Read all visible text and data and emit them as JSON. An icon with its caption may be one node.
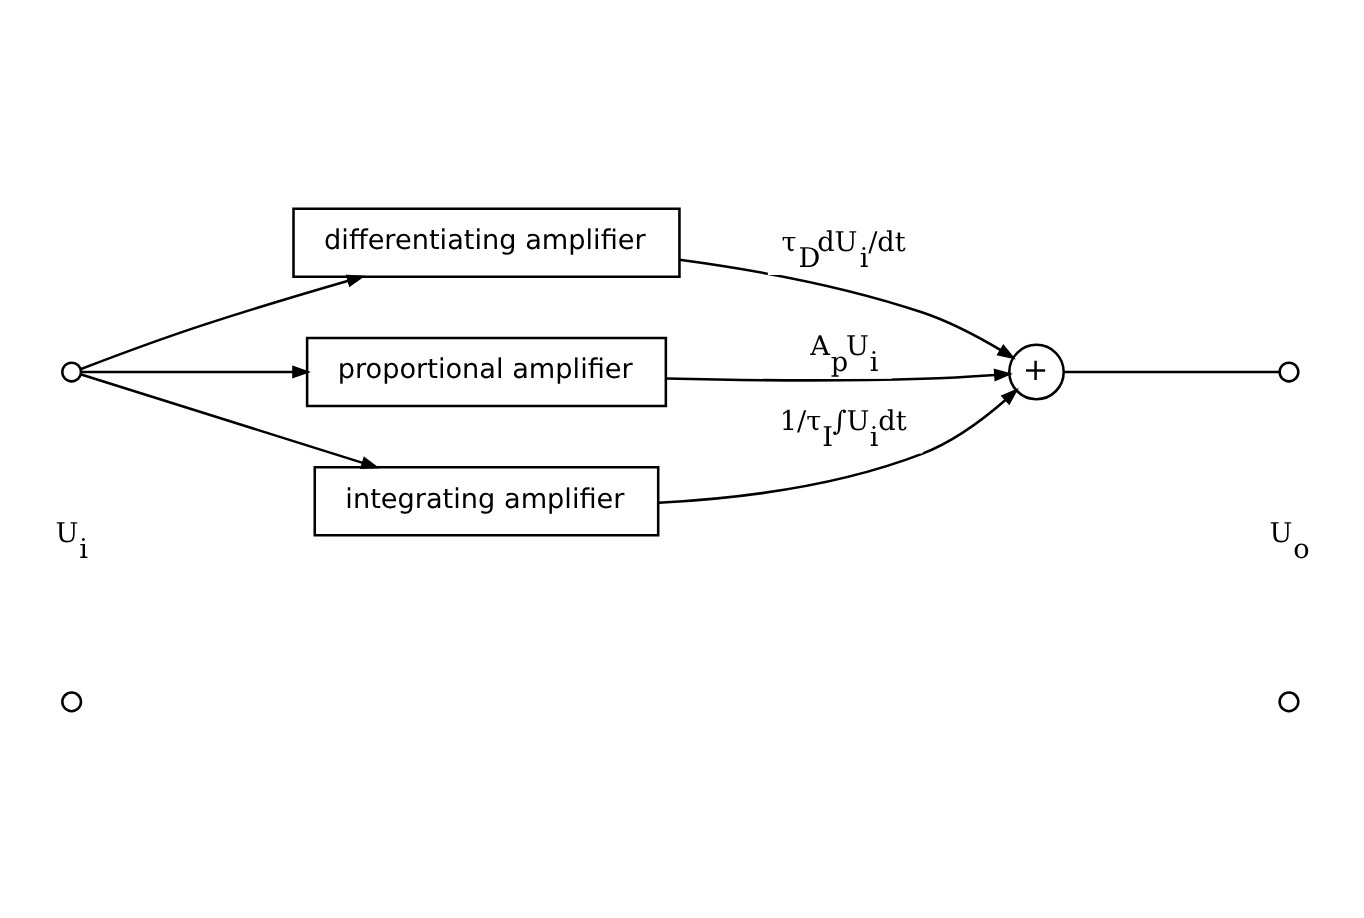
{
  "diagram": {
    "nodes": [
      {
        "text": [],
        "shape": "circle"
      },
      {
        "text": [
          "differentiating amplifier"
        ]
      },
      {
        "text": [
          "proportional amplifier"
        ]
      },
      {
        "text": [
          "integrating amplifier"
        ]
      },
      {
        "text": [
          "+"
        ]
      },
      {
        "text": [],
        "shape": "circle"
      },
      {
        "text": [],
        "shape": "circle"
      },
      {
        "text": [],
        "shape": "circle"
      }
    ],
    "edges": [
      {
        "from": 0,
        "to": 1,
        "arrow": "to"
      },
      {
        "from": 0,
        "to": 2,
        "arrow": "to"
      },
      {
        "from": 0,
        "to": 3,
        "arrow": "to"
      },
      {
        "from": 1,
        "to": 4,
        "arrow": "to",
        "label": "τ$_{D}$dU$_{i}$/dt"
      },
      {
        "from": 2,
        "to": 4,
        "arrow": "to",
        "label": "A$_{p}$U$_{i}$"
      },
      {
        "from": 3,
        "to": 4,
        "arrow": "to",
        "label": "1/τ$_{I}$∫U$_{i}$dt"
      },
      {
        "from": 4,
        "to": 5,
        "arrow": "none"
      }
    ],
    "labels": [
      "U$_{i}$",
      "U$_{o}$"
    ]
  }
}
